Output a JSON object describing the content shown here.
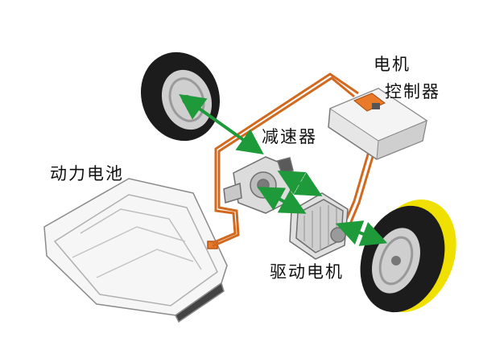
{
  "labels": {
    "controller_line1": "电机",
    "controller_line2": "控制器",
    "reducer": "减速器",
    "battery": "动力电池",
    "motor": "驱动电机"
  },
  "colors": {
    "wire": "#d2691e",
    "arrow": "#1f9a3a",
    "controller_accent": "#e87a2a",
    "tire": "#1c1c1c",
    "rim": "#cfcfcf",
    "tire_highlight": "#f0e000"
  },
  "icons": [
    "wheel-rear-left",
    "wheel-front-right",
    "battery-pack",
    "motor-controller",
    "reducer-gearbox",
    "drive-motor"
  ]
}
